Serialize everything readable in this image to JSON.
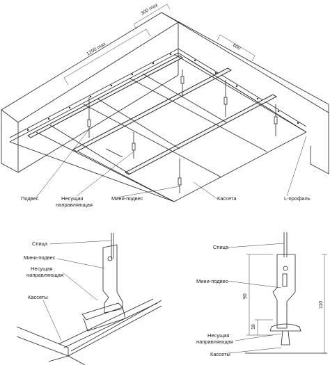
{
  "top_diagram": {
    "dimensions": {
      "max_1200": "1200 max",
      "max_300": "300 max",
      "width_600": "600"
    },
    "labels": {
      "hanger": "Подвес",
      "main_runner_line1": "Несущая",
      "main_runner_line2": "направляющая",
      "mini_hanger": "Мини-подвес",
      "cassette": "Кассета",
      "l_profile": "L-профиль"
    }
  },
  "bottom_left_diagram": {
    "labels": {
      "rod": "Спица",
      "mini_hanger": "Мини-подвес",
      "main_runner_line1": "Несущая",
      "main_runner_line2": "направляющая",
      "cassettes": "Кассеты"
    }
  },
  "bottom_right_diagram": {
    "labels": {
      "rod": "Спица",
      "mini_hanger": "Мини-подвес",
      "main_runner_line1": "Несущая",
      "main_runner_line2": "направляющая",
      "cassettes": "Кассеты"
    },
    "dimensions": {
      "d90": "90",
      "d110": "110",
      "d18": "18"
    }
  },
  "colors": {
    "line": "#222222",
    "background": "#ffffff"
  }
}
